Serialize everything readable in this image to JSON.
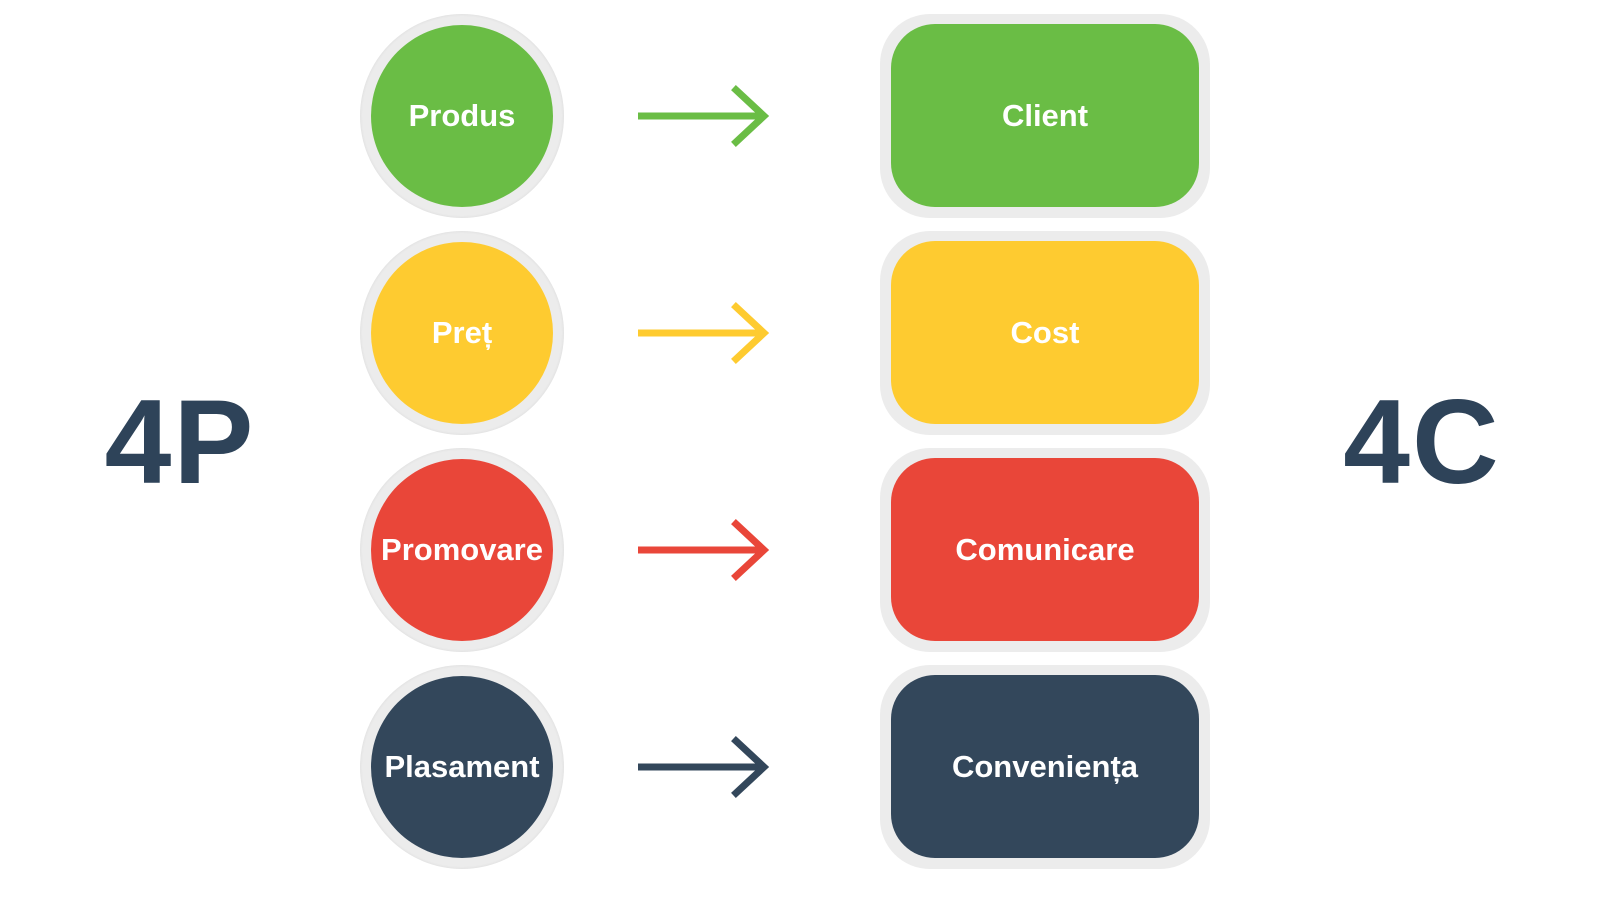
{
  "left_label": "4P",
  "right_label": "4C",
  "colors": {
    "green": "#6abd45",
    "yellow": "#fecb30",
    "red": "#e94639",
    "navy": "#33475b",
    "title": "#2e4359"
  },
  "rows": [
    {
      "p": "Produs",
      "c": "Client",
      "color": "#6abd45",
      "arrow_icon": "arrow-right"
    },
    {
      "p": "Preț",
      "c": "Cost",
      "color": "#fecb30",
      "arrow_icon": "arrow-right"
    },
    {
      "p": "Promovare",
      "c": "Comunicare",
      "color": "#e94639",
      "arrow_icon": "arrow-right"
    },
    {
      "p": "Plasament",
      "c": "Conveniența",
      "color": "#33475b",
      "arrow_icon": "arrow-right"
    }
  ]
}
